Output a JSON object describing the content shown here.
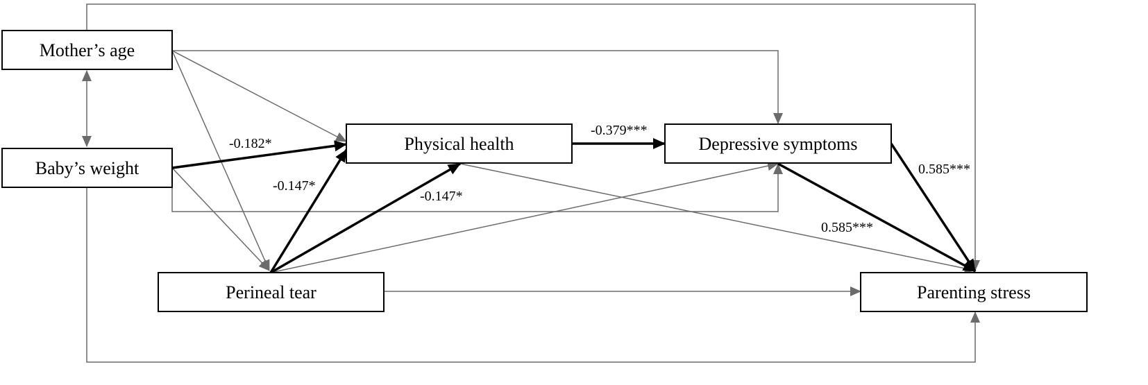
{
  "nodes": {
    "mothers_age": "Mother’s age",
    "babys_weight": "Baby’s weight",
    "physical_health": "Physical health",
    "depressive_symptoms": "Depressive symptoms",
    "perineal_tear": "Perineal tear",
    "parenting_stress": "Parenting stress"
  },
  "coefficients": {
    "weight_to_health": "-0.182*",
    "tear_to_health_a": "-0.147*",
    "tear_to_health_b": "-0.147*",
    "health_to_depression": "-0.379***",
    "depression_to_stress_a": "0.585***",
    "depression_to_stress_b": "0.585***"
  },
  "colors": {
    "significant_path": "#000000",
    "nonsignificant_path": "#6b6b6b"
  }
}
